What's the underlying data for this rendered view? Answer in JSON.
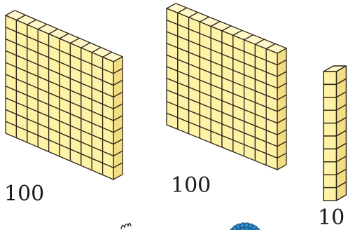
{
  "colors": {
    "cube_fill": "#fef2a6",
    "cube_fill_side": "#f4dc82",
    "cube_fill_top": "#fff7c8",
    "cube_stroke": "#2b2618",
    "bead_fill": "#2b8fd1",
    "bead_stroke": "#123e66"
  },
  "blocks": [
    {
      "kind": "flat",
      "value_label": "100"
    },
    {
      "kind": "flat",
      "value_label": "100"
    },
    {
      "kind": "rod",
      "value_label": "10"
    }
  ],
  "icons": [
    "hundred-flat-icon",
    "hundred-flat-icon",
    "ten-rod-icon",
    "bead-cluster-icon"
  ]
}
